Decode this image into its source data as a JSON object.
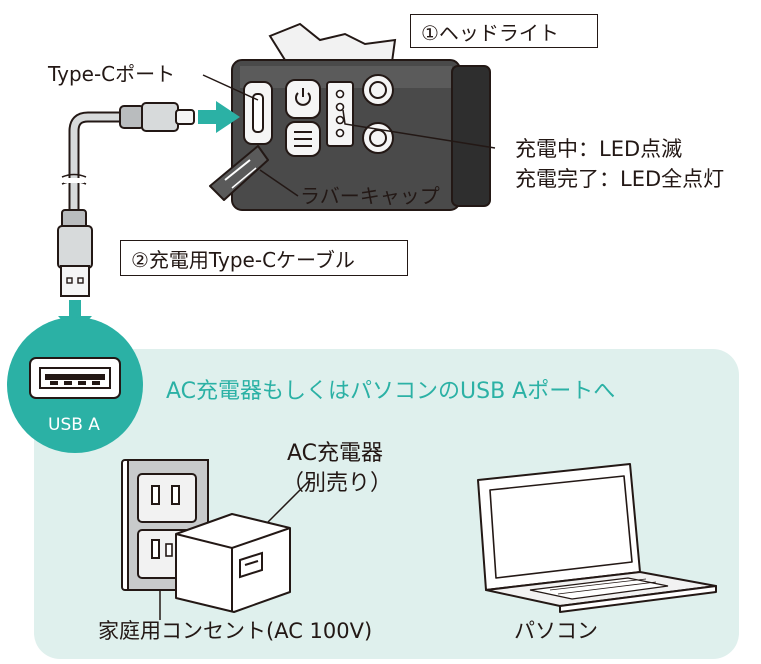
{
  "labels": {
    "headlight": "①ヘッドライト",
    "typec_port": "Type-Cポート",
    "charging": "充電中：LED点滅",
    "charge_complete": "充電完了：LED全点灯",
    "rubber_cap": "ラバーキャップ",
    "cable": "②充電用Type-Cケーブル",
    "usb_a": "USB A",
    "title": "AC充電器もしくはパソコンのUSB Aポートへ",
    "charger_line1": "AC充電器",
    "charger_line2": "（別売り）",
    "outlet": "家庭用コンセント(AC 100V)",
    "pc": "パソコン"
  },
  "colors": {
    "accent": "#2bb1a5",
    "panel_bg": "#dff0ed",
    "device_dark": "#3a3a3a",
    "cable_gray": "#b9bcbe",
    "outline": "#231815"
  },
  "icons": [
    "power-icon",
    "arrow-right-icon",
    "arrow-down-icon",
    "usb-port-icon",
    "outlet-icon",
    "ac-charger-icon",
    "laptop-icon"
  ]
}
